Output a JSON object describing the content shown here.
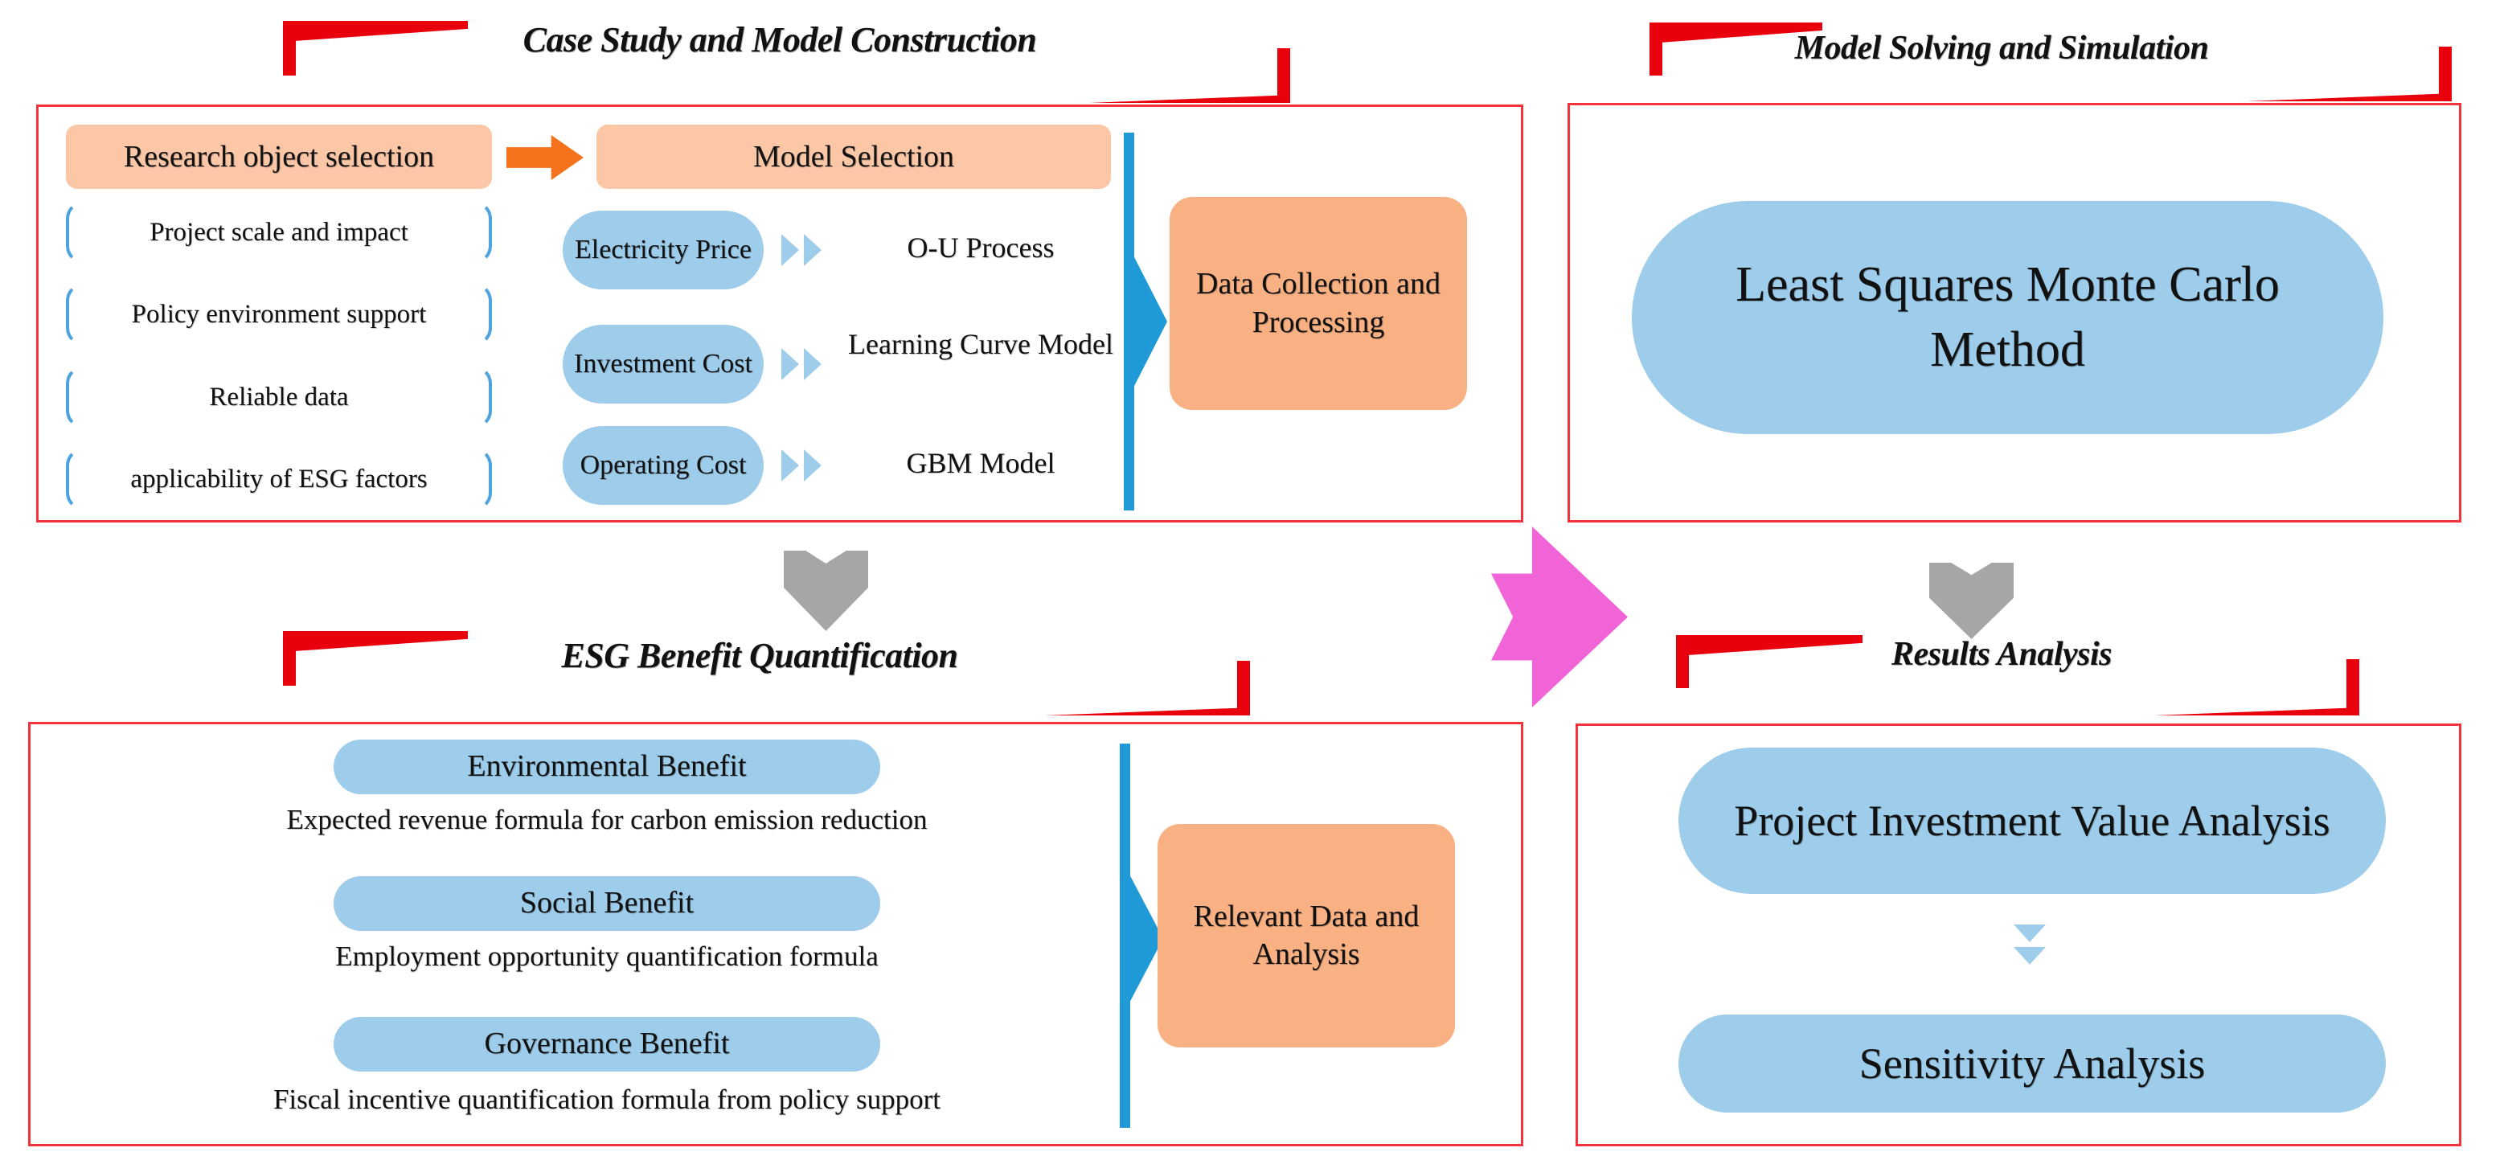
{
  "sections": {
    "case_study": {
      "title": "Case Study and Model Construction",
      "research_bar": "Research object selection",
      "model_bar": "Model Selection",
      "criteria": [
        "Project scale and impact",
        "Policy environment support",
        "Reliable data",
        "applicability of ESG factors"
      ],
      "model_rows": [
        {
          "factor": "Electricity Price",
          "model": "O-U Process"
        },
        {
          "factor": "Investment Cost",
          "model": "Learning Curve Model"
        },
        {
          "factor": "Operating Cost",
          "model": "GBM Model"
        }
      ],
      "output_box": "Data Collection and Processing"
    },
    "model_solving": {
      "title": "Model Solving and Simulation",
      "method": "Least Squares Monte Carlo Method"
    },
    "esg": {
      "title": "ESG Benefit Quantification",
      "benefits": [
        {
          "pill": "Environmental Benefit",
          "formula": "Expected revenue formula for carbon emission reduction"
        },
        {
          "pill": "Social Benefit",
          "formula": "Employment opportunity quantification formula"
        },
        {
          "pill": "Governance Benefit",
          "formula": "Fiscal incentive quantification formula from policy support"
        }
      ],
      "output_box": "Relevant Data and Analysis"
    },
    "results": {
      "title": "Results Analysis",
      "items": [
        "Project Investment Value Analysis",
        "Sensitivity Analysis"
      ]
    }
  },
  "colors": {
    "panel_border": "#f4323c",
    "bracket_red": "#e8000d",
    "peach_light": "#fbc7a7",
    "peach": "#f9b183",
    "blue_pill": "#9dcdeb",
    "blue_divider": "#1f9ad6",
    "bracket_blue": "#4da3e0",
    "orange_arrow": "#f5731c",
    "gray_arrow": "#a6a6a6",
    "pink_arrow": "#f064d8"
  }
}
